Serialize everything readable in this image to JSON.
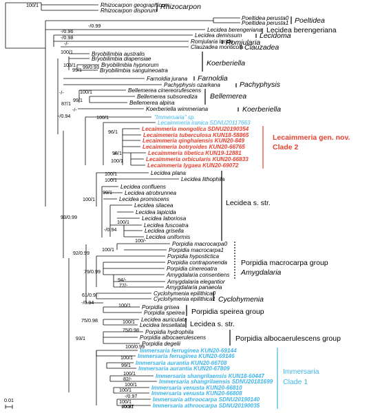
{
  "taxa": [
    {
      "name": "Rhizocarpon geographicum",
      "color": "#000000",
      "style": "normal"
    },
    {
      "name": "Rhizocarpon disporum",
      "color": "#000000",
      "style": "normal"
    },
    {
      "name": "Poeltidea perusta0",
      "color": "#000000",
      "style": "normal"
    },
    {
      "name": "Poeltidea perusta1",
      "color": "#000000",
      "style": "normal"
    },
    {
      "name": "Lecidea berengeriana",
      "color": "#000000",
      "style": "normal"
    },
    {
      "name": "Lecidea demissum",
      "color": "#000000",
      "style": "normal"
    },
    {
      "name": "Romjularia lurida",
      "color": "#000000",
      "style": "normal"
    },
    {
      "name": "Clauzadea monticola",
      "color": "#000000",
      "style": "normal"
    },
    {
      "name": "Bryobilimbia australis",
      "color": "#000000",
      "style": "normal"
    },
    {
      "name": "Bryobilimbia diapensiae",
      "color": "#000000",
      "style": "normal"
    },
    {
      "name": "Bryobilimbia hypnorum",
      "color": "#000000",
      "style": "normal"
    },
    {
      "name": "Bryobilimbia sanguineoatra",
      "color": "#000000",
      "style": "normal"
    },
    {
      "name": "Farnoldia jurana",
      "color": "#000000",
      "style": "normal"
    },
    {
      "name": "Pachyphysis ozarkana",
      "color": "#000000",
      "style": "normal"
    },
    {
      "name": "Bellemerea cinereorufescens",
      "color": "#000000",
      "style": "normal"
    },
    {
      "name": "Bellemerea subsorediza",
      "color": "#000000",
      "style": "normal"
    },
    {
      "name": "Bellemerea alpina",
      "color": "#000000",
      "style": "normal"
    },
    {
      "name": "Koerberiella wimmeriana",
      "color": "#000000",
      "style": "normal"
    },
    {
      "name": "\"Immersaria\" sp.",
      "color": "#3fb5ec",
      "style": "light"
    },
    {
      "name": "Lecaimmeria iranica SDNU20117663",
      "color": "#3fb5ec",
      "style": "light"
    },
    {
      "name": "Lecaimmeria mongolica SDNU20190354",
      "color": "#e8412f",
      "style": "red"
    },
    {
      "name": "Lecaimmeria tuberculosa KUN18-58865",
      "color": "#e8412f",
      "style": "red"
    },
    {
      "name": "Lecaimmeria qinghaiensis KUN20-849",
      "color": "#e8412f",
      "style": "red"
    },
    {
      "name": "Lecaimmeria botryoides KUN20-66765",
      "color": "#e8412f",
      "style": "red"
    },
    {
      "name": "Lecaimmeria tibetica KUN19-12881",
      "color": "#e8412f",
      "style": "red"
    },
    {
      "name": "Lecaimmeria orbicularis KUN20-66833",
      "color": "#e8412f",
      "style": "red"
    },
    {
      "name": "Lecaimmeria lygaea KUN20-69072",
      "color": "#e8412f",
      "style": "red"
    },
    {
      "name": "Lecidea plana",
      "color": "#000000",
      "style": "normal"
    },
    {
      "name": "Lecidea lithophila",
      "color": "#000000",
      "style": "normal"
    },
    {
      "name": "Lecidea confluens",
      "color": "#000000",
      "style": "normal"
    },
    {
      "name": "Lecidea atrobrunnea",
      "color": "#000000",
      "style": "normal"
    },
    {
      "name": "Lecidea promiscens",
      "color": "#000000",
      "style": "normal"
    },
    {
      "name": "Lecidea silacea",
      "color": "#000000",
      "style": "normal"
    },
    {
      "name": "Lecidea lapicida",
      "color": "#000000",
      "style": "normal"
    },
    {
      "name": "Lecidea laboriosa",
      "color": "#000000",
      "style": "normal"
    },
    {
      "name": "Lecidea fuscoatra",
      "color": "#000000",
      "style": "normal"
    },
    {
      "name": "Lecidea grisella",
      "color": "#000000",
      "style": "normal"
    },
    {
      "name": "Lecidea uniformis",
      "color": "#000000",
      "style": "normal"
    },
    {
      "name": "Porpidia macrocarpa0",
      "color": "#000000",
      "style": "normal"
    },
    {
      "name": "Porpidia macrocarpa1",
      "color": "#000000",
      "style": "normal"
    },
    {
      "name": "Porpidia hypostictica",
      "color": "#000000",
      "style": "normal"
    },
    {
      "name": "Porpidia contraponenda",
      "color": "#000000",
      "style": "normal"
    },
    {
      "name": "Porpidia cinereoatra",
      "color": "#000000",
      "style": "normal"
    },
    {
      "name": "Amygdalaria consentiens",
      "color": "#000000",
      "style": "normal"
    },
    {
      "name": "Amygdalaria elegantior",
      "color": "#000000",
      "style": "normal"
    },
    {
      "name": "Amygdalaria panaeola",
      "color": "#000000",
      "style": "normal"
    },
    {
      "name": "Cyclohymenia epilithica0",
      "color": "#000000",
      "style": "normal"
    },
    {
      "name": "Cyclohymenia epilithica1",
      "color": "#000000",
      "style": "normal"
    },
    {
      "name": "Porpidia grisea",
      "color": "#000000",
      "style": "normal"
    },
    {
      "name": "Porpidia speirea",
      "color": "#000000",
      "style": "normal"
    },
    {
      "name": "Lecidea auriculata",
      "color": "#000000",
      "style": "normal"
    },
    {
      "name": "Lecidea tessellata",
      "color": "#000000",
      "style": "normal"
    },
    {
      "name": "Porpidia hydrophila",
      "color": "#000000",
      "style": "normal"
    },
    {
      "name": "Porpidia albocaerulescens",
      "color": "#000000",
      "style": "normal"
    },
    {
      "name": "Porpidia degelii",
      "color": "#000000",
      "style": "normal"
    },
    {
      "name": "Immersaria ferruginea KUN20-69144",
      "color": "#3fb5ec",
      "style": "blue"
    },
    {
      "name": "Immersaria ferruginea KUN20-69146",
      "color": "#3fb5ec",
      "style": "blue"
    },
    {
      "name": "Immersaria aurantia KUN20-66708",
      "color": "#3fb5ec",
      "style": "blue"
    },
    {
      "name": "Immersaria aurantia KUN20-67809",
      "color": "#3fb5ec",
      "style": "blue"
    },
    {
      "name": "Immersaria shangrilaensis KUN18-60447",
      "color": "#3fb5ec",
      "style": "blue"
    },
    {
      "name": "Immersaria shangrilaensis SDNU20181699",
      "color": "#3fb5ec",
      "style": "blue"
    },
    {
      "name": "Immersaria venusta KUN20-66810",
      "color": "#3fb5ec",
      "style": "blue"
    },
    {
      "name": "Immersaria venusta KUN20-66808",
      "color": "#3fb5ec",
      "style": "blue"
    },
    {
      "name": "Immersaria athroocarpa SDNU20190140",
      "color": "#3fb5ec",
      "style": "blue"
    },
    {
      "name": "Immersaria athroocarpa SDNU20190035",
      "color": "#3fb5ec",
      "style": "blue"
    }
  ],
  "supports": [
    "100/1",
    "-/0.99",
    "-/0.96",
    "-/0.98",
    "-/-",
    "100/1",
    "103/1",
    "99/0.93",
    "100/1",
    "99/1",
    "-/-",
    "99/1",
    "87/1",
    "-/-",
    "-/0.94",
    "100/1",
    "96/1",
    "98/1",
    "100/1",
    "-/-",
    "100/1",
    "100/1",
    "99/1",
    "100/1",
    "100/1",
    "-/0.94",
    "93/0.99",
    "100/-",
    "100/1",
    "92/0.99",
    "79/0.99",
    "94/-",
    "77/-",
    "61/0.9/",
    "-/0.94",
    "100/1",
    "75/0.98",
    "100/1",
    "75/0.98",
    "93/1",
    "100/0.99",
    "100/1",
    "99/1",
    "100/1",
    "82/-",
    "100/1",
    "100/1",
    "-/0.97",
    "100/1",
    "-/0.97",
    "100/1"
  ],
  "groups": [
    {
      "label": "Rhizocarpon",
      "color": "#000000"
    },
    {
      "label": "Poeltidea",
      "color": "#000000"
    },
    {
      "label": "Lecidea berengeriana",
      "color": "#000000"
    },
    {
      "label": "Lecidoma",
      "color": "#000000"
    },
    {
      "label": "Romjularia",
      "color": "#000000"
    },
    {
      "label": "Clauzadea",
      "color": "#000000"
    },
    {
      "label": "Koerberiella",
      "color": "#000000"
    },
    {
      "label": "Farnoldia",
      "color": "#000000"
    },
    {
      "label": "Pachyphysis",
      "color": "#000000"
    },
    {
      "label": "Bellemerea",
      "color": "#000000"
    },
    {
      "label": "Koerberiella",
      "color": "#000000"
    },
    {
      "label": "Lecaimmeria gen. nov.",
      "color": "#e8412f"
    },
    {
      "label": "Clade 2",
      "color": "#e8412f"
    },
    {
      "label": "Lecidea s. str.",
      "color": "#000000"
    },
    {
      "label": "Porpidia macrocarpa group",
      "color": "#000000"
    },
    {
      "label": "Amygdalaria",
      "color": "#000000"
    },
    {
      "label": "Cyclohymenia",
      "color": "#000000"
    },
    {
      "label": "Porpidia speirea group",
      "color": "#000000"
    },
    {
      "label": "Lecidea s. str.",
      "color": "#000000"
    },
    {
      "label": "Porpidia albocaerulescens group",
      "color": "#000000"
    },
    {
      "label": "Immersaria",
      "color": "#3fb5ec"
    },
    {
      "label": "Clade 1",
      "color": "#3fb5ec"
    }
  ],
  "scale_label": "0.01"
}
